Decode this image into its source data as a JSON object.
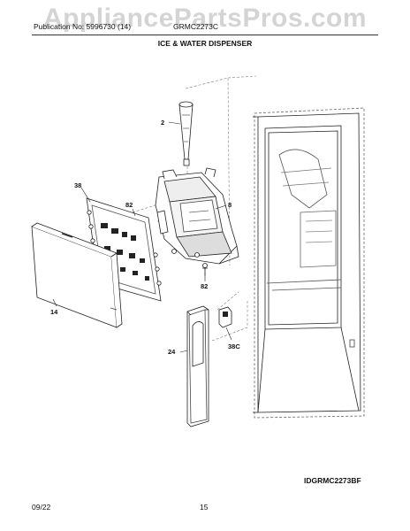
{
  "header": {
    "watermark": "AppliancePartsPros.com",
    "publication": "Publication No: 5996730 (14)",
    "model": "GRMC2273C",
    "section_title": "ICE & WATER DISPENSER"
  },
  "callouts": {
    "c2": "2",
    "c38": "38",
    "c82a": "82",
    "c8": "8",
    "c82b": "82",
    "c14": "14",
    "c24": "24",
    "c38c": "38C"
  },
  "footer": {
    "diagram_id": "IDGRMC2273BF",
    "date": "09/22",
    "page": "15"
  }
}
